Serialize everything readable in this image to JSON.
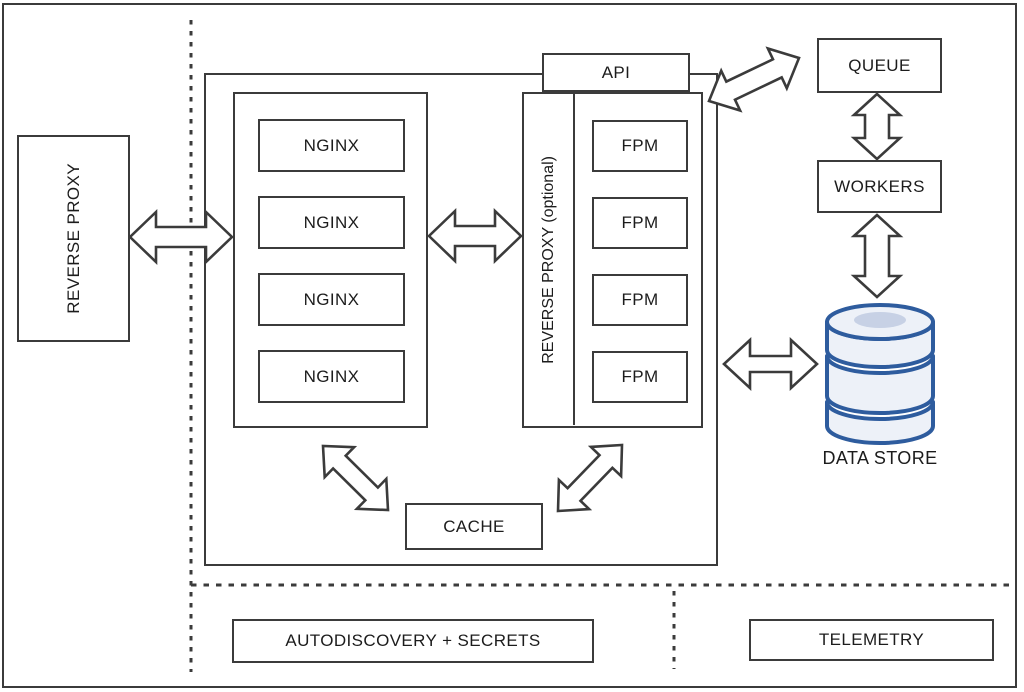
{
  "nodes": {
    "reverse_proxy": "REVERSE PROXY",
    "nginx": [
      "NGINX",
      "NGINX",
      "NGINX",
      "NGINX"
    ],
    "api": "API",
    "reverse_proxy_optional": "REVERSE PROXY (optional)",
    "fpm": [
      "FPM",
      "FPM",
      "FPM",
      "FPM"
    ],
    "queue": "QUEUE",
    "workers": "WORKERS",
    "cache": "CACHE",
    "data_store": "DATA STORE",
    "autodiscovery_secrets": "AUTODISCOVERY + SECRETS",
    "telemetry": "TELEMETRY"
  },
  "colors": {
    "line": "#3b3b3b",
    "text": "#1c1c1c",
    "background": "#ffffff",
    "database_stroke": "#2e5c9e",
    "database_fill": "#edf1f8",
    "database_top": "#c7d1e5"
  }
}
